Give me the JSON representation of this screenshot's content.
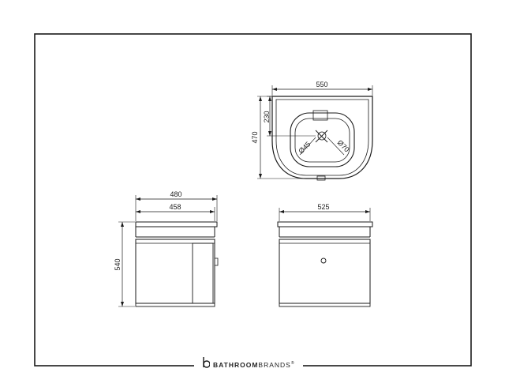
{
  "dimensions": {
    "top_width": "550",
    "top_tap_depth": "230",
    "top_depth": "470",
    "tap_hole_diameter": "Ø45",
    "waste_diameter": "Ø70",
    "side_outer_width": "480",
    "side_inner_width": "458",
    "height": "540",
    "front_width": "525"
  },
  "brand": {
    "name_bold": "BATHROOM",
    "name_light": "BRANDS",
    "registered": "®"
  },
  "colors": {
    "line": "#1a1a1a",
    "background": "#ffffff"
  }
}
